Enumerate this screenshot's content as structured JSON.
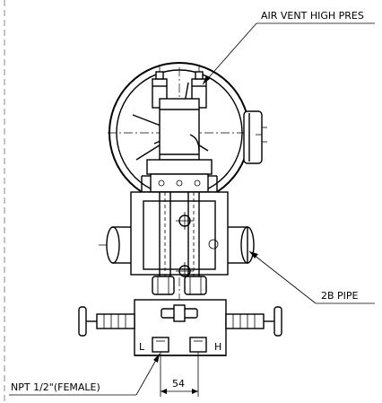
{
  "labels": {
    "air_vent": "AIR VENT HIGH PRES",
    "pipe": "2B PIPE",
    "npt": "NPT 1/2\"(FEMALE)",
    "dimension": "54",
    "left_port": "L",
    "right_port": "H"
  }
}
